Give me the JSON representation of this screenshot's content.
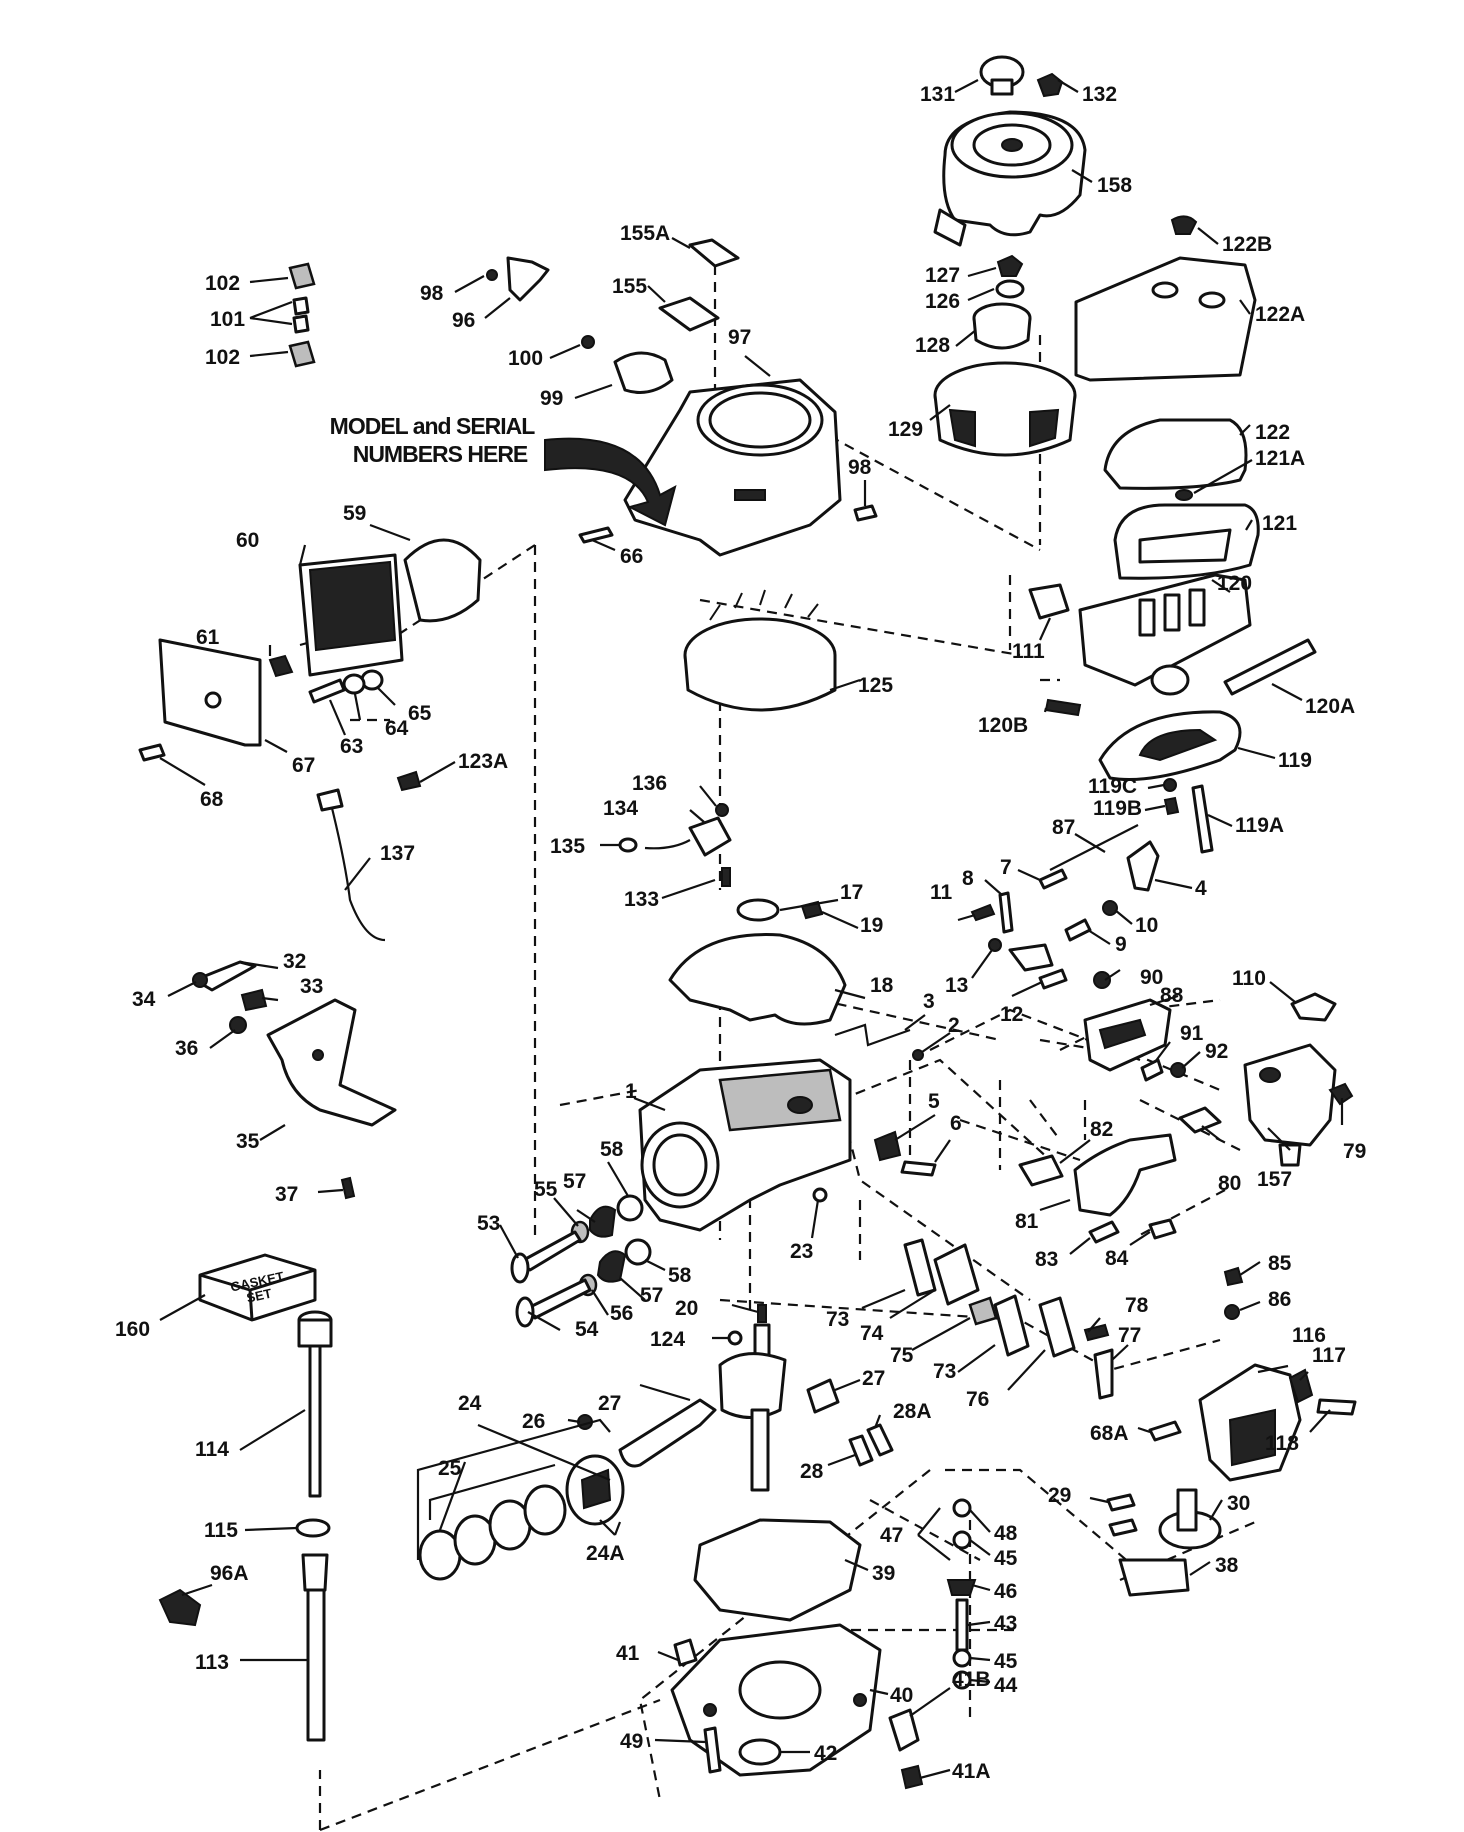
{
  "note": {
    "line1": "MODEL and SERIAL",
    "line2": "NUMBERS HERE"
  },
  "gasket_box": {
    "line1": "GASKET",
    "line2": "SET"
  },
  "labels": {
    "l131": "131",
    "l132": "132",
    "l158": "158",
    "l155A": "155A",
    "l155": "155",
    "l122B": "122B",
    "l127": "127",
    "l126": "126",
    "l122A": "122A",
    "l128": "128",
    "l102a": "102",
    "l101": "101",
    "l102b": "102",
    "l98a": "98",
    "l96": "96",
    "l100": "100",
    "l97": "97",
    "l99": "99",
    "l129": "129",
    "l122": "122",
    "l121A": "121A",
    "l98b": "98",
    "l121": "121",
    "l59": "59",
    "l60": "60",
    "l66": "66",
    "l120": "120",
    "l111": "111",
    "l61": "61",
    "l125": "125",
    "l65": "65",
    "l64": "64",
    "l63": "63",
    "l120B": "120B",
    "l120A": "120A",
    "l67": "67",
    "l68": "68",
    "l123A": "123A",
    "l119": "119",
    "l119C": "119C",
    "l119B": "119B",
    "l119A": "119A",
    "l136": "136",
    "l134": "134",
    "l135": "135",
    "l137": "137",
    "l87": "87",
    "l7": "7",
    "l8": "8",
    "l4": "4",
    "l133": "133",
    "l17": "17",
    "l19": "19",
    "l11": "11",
    "l10": "10",
    "l9": "9",
    "l32": "32",
    "l33": "33",
    "l34": "34",
    "l18": "18",
    "l13": "13",
    "l12": "12",
    "l90": "90",
    "l88": "88",
    "l110": "110",
    "l3": "3",
    "l2": "2",
    "l36": "36",
    "l91": "91",
    "l92": "92",
    "l1": "1",
    "l5": "5",
    "l6": "6",
    "l35": "35",
    "l82": "82",
    "l79": "79",
    "l157": "157",
    "l80": "80",
    "l58a": "58",
    "l37": "37",
    "l55": "55",
    "l57a": "57",
    "l81": "81",
    "l53": "53",
    "l23": "23",
    "l83": "83",
    "l84": "84",
    "l85": "85",
    "l58b": "58",
    "l57b": "57",
    "l56": "56",
    "l86": "86",
    "l78": "78",
    "l73a": "73",
    "l74": "74",
    "l20": "20",
    "l77": "77",
    "l75": "75",
    "l160": "160",
    "l54": "54",
    "l124": "124",
    "l73b": "73",
    "l76": "76",
    "l116": "116",
    "l117": "117",
    "l27a": "27",
    "l24": "24",
    "l27b": "27",
    "l26": "26",
    "l28A": "28A",
    "l68A": "68A",
    "l118": "118",
    "l114": "114",
    "l25": "25",
    "l28": "28",
    "l29": "29",
    "l30": "30",
    "l115": "115",
    "l47": "47",
    "l48": "48",
    "l24A": "24A",
    "l45a": "45",
    "l39": "39",
    "l38": "38",
    "l96A": "96A",
    "l46": "46",
    "l43": "43",
    "l41": "41",
    "l113": "113",
    "l45b": "45",
    "l44": "44",
    "l40": "40",
    "l41B": "41B",
    "l49": "49",
    "l42": "42",
    "l41A": "41A"
  }
}
